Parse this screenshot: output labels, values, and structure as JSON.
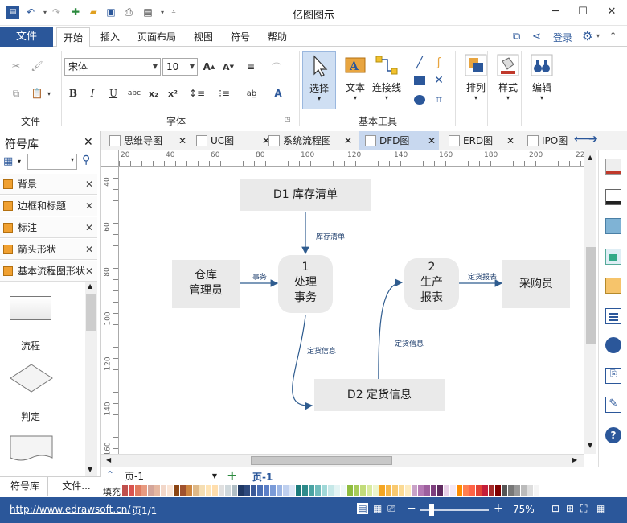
{
  "app": {
    "title": "亿图图示"
  },
  "menu": {
    "file": "文件",
    "tabs": [
      "开始",
      "插入",
      "页面布局",
      "视图",
      "符号",
      "帮助"
    ],
    "login": "登录"
  },
  "ribbon": {
    "groups": {
      "file": "文件",
      "font": "字体",
      "basic_tools": "基本工具"
    },
    "font_name": "宋体",
    "font_size": "10",
    "big": {
      "select": "选择",
      "text": "文本",
      "connector": "连接线",
      "arrange": "排列",
      "style": "样式",
      "edit": "编辑"
    },
    "format_buttons": [
      "B",
      "I",
      "U",
      "abc",
      "x₂",
      "x²"
    ]
  },
  "library": {
    "title": "符号库",
    "items": [
      "背景",
      "边框和标题",
      "标注",
      "箭头形状",
      "基本流程图形状"
    ],
    "shapes": [
      "流程",
      "判定"
    ],
    "tabs": [
      "符号库",
      "文件..."
    ]
  },
  "doc_tabs": [
    "思维导图",
    "UC图",
    "系统流程图",
    "DFD图",
    "ERD图",
    "IPO图"
  ],
  "ruler": {
    "h": [
      "20",
      "40",
      "60",
      "80",
      "100",
      "120",
      "140",
      "160",
      "180",
      "200",
      "22"
    ],
    "v": [
      "40",
      "60",
      "80",
      "100",
      "120",
      "140",
      "160"
    ]
  },
  "diagram": {
    "d1": "D1  库存清单",
    "d2": "D2  定货信息",
    "warehouse": [
      "仓库",
      "管理员"
    ],
    "p1": [
      "1",
      "处理",
      "事务"
    ],
    "p2": [
      "2",
      "生产",
      "报表"
    ],
    "buyer": "采购员",
    "flows": {
      "inventory": "库存清单",
      "transaction": "事务",
      "order_info1": "定货信息",
      "order_info2": "定货信息",
      "report": "定货报表"
    }
  },
  "pages": {
    "current": "页-1",
    "tab": "页-1",
    "fill_label": "填充"
  },
  "status": {
    "url": "http://www.edrawsoft.cn/",
    "page": "页1/1",
    "zoom": "75%"
  },
  "palette": [
    "#c0504d",
    "#d9534f",
    "#e07a5f",
    "#e89a80",
    "#d4a59a",
    "#e6b8a2",
    "#f2d7c9",
    "#fbe5d6",
    "#8b4513",
    "#a0522d",
    "#cd853f",
    "#deb887",
    "#f5deb3",
    "#ffe4b5",
    "#ffdead",
    "#e0e0e0",
    "#cfd8dc",
    "#b0bec5",
    "#1f3864",
    "#2e4a7d",
    "#3a5a99",
    "#4a6fb5",
    "#5b7fc7",
    "#7a9bd8",
    "#9bb5e4",
    "#bfd0ef",
    "#dde7f7",
    "#1a7a7a",
    "#2e8b8b",
    "#4aa3a3",
    "#70bcbc",
    "#a0d8d8",
    "#c6e8e8",
    "#e3f4f4",
    "#f0f8f8",
    "#8fbc3f",
    "#a8cc5a",
    "#c2dc7a",
    "#d9eba0",
    "#ecf5cc",
    "#f5a623",
    "#f7b84a",
    "#f9c96f",
    "#fbda94",
    "#fdebbf",
    "#c8a2c8",
    "#b57ab5",
    "#9e5f9e",
    "#7e3f7e",
    "#5f2a5f",
    "#e8d0e8",
    "#f4e8f4",
    "#ff8c00",
    "#ff7f50",
    "#ff6347",
    "#e34234",
    "#c41e3a",
    "#a52a2a",
    "#800000",
    "#555555",
    "#777777",
    "#999999",
    "#bbbbbb",
    "#dddddd",
    "#f5f5f5"
  ]
}
